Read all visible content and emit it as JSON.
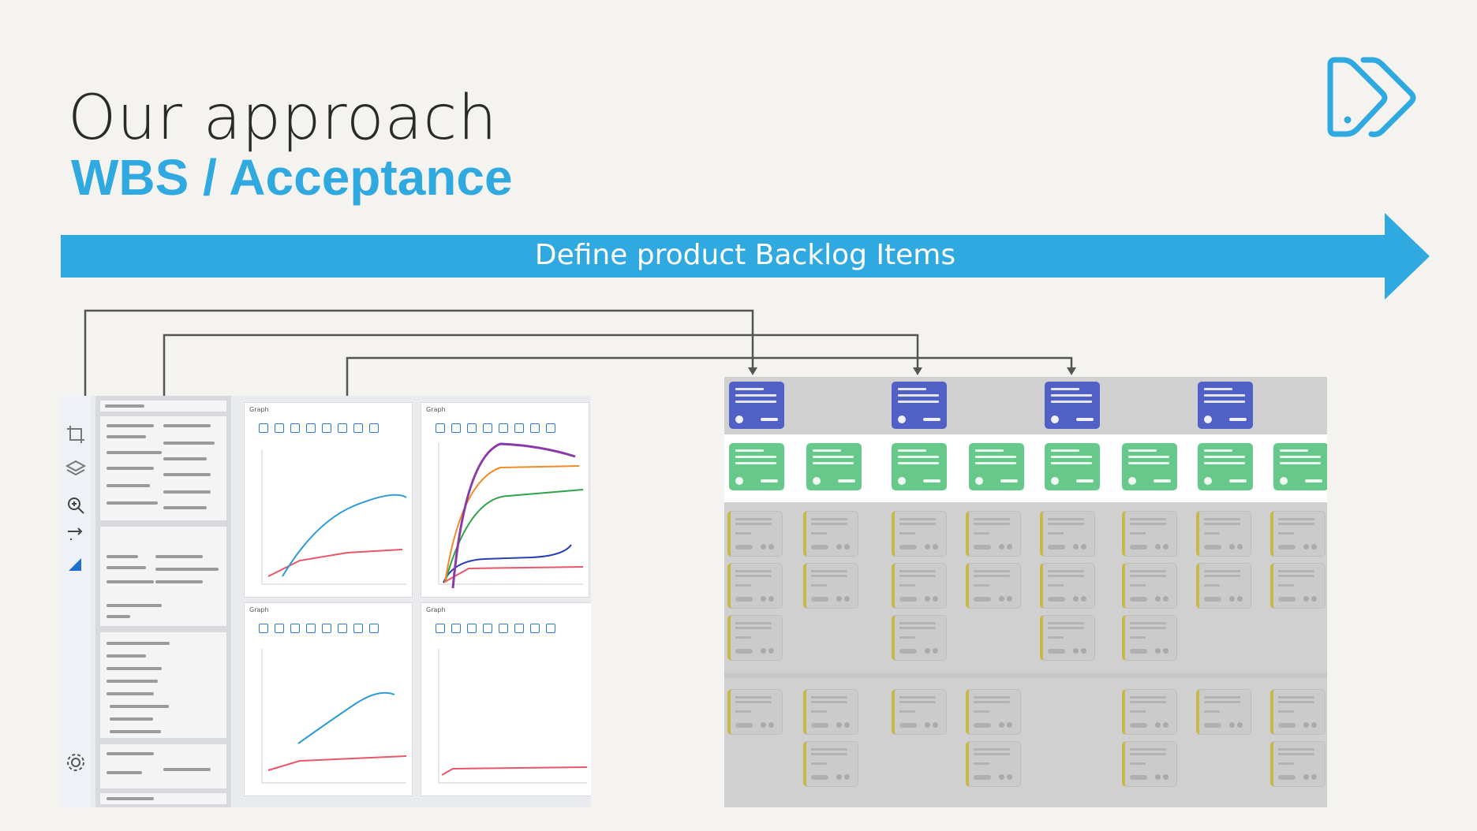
{
  "slide": {
    "title": "Our approach",
    "subtitle": "WBS / Acceptance",
    "banner": "Define product Backlog Items"
  },
  "colors": {
    "accent": "#2fa9df",
    "backlog_epic": "#5060c4",
    "backlog_feature": "#66c98a",
    "backlog_item": "#cbcbcb",
    "background": "#f5f3f0"
  },
  "icons": {
    "logo": "double-chevron-logo"
  },
  "left_screenshot": {
    "graph_titles": [
      "Graph",
      "Graph",
      "Graph",
      "Graph"
    ]
  }
}
